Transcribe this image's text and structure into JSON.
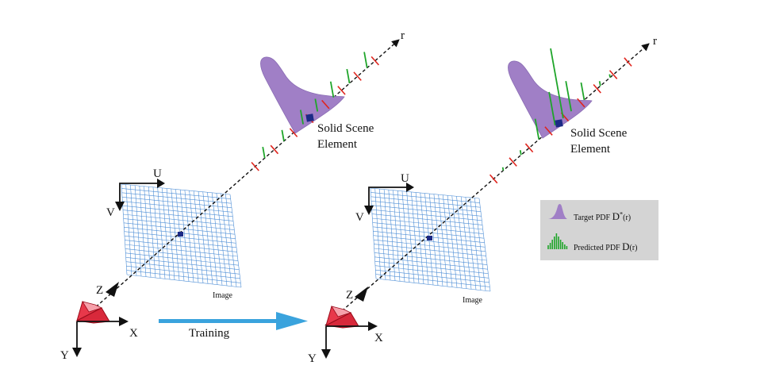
{
  "labels": {
    "ray_axis": "r",
    "solid_scene_element_line1": "Solid Scene",
    "solid_scene_element_line2": "Element",
    "image_u_axis": "U",
    "image_v_axis": "V",
    "image_caption": "Image",
    "camera_x_axis": "X",
    "camera_y_axis": "Y",
    "camera_z_axis": "Z",
    "training_arrow": "Training"
  },
  "legend": {
    "target_label": "Target PDF",
    "target_symbol": "D",
    "target_superscript": "*",
    "target_arg": "(r)",
    "predicted_label": "Predicted PDF",
    "predicted_symbol": "D",
    "predicted_arg": "(r)"
  },
  "colors": {
    "target_pdf_fill": "#a07fc6",
    "predicted_pdf": "#1fa52a",
    "ray_ticks": "#e0251e",
    "image_grid": "#4f8fd6",
    "camera": "#e8384a",
    "pixel_marker": "#1c2a86",
    "training_arrow": "#3aa3dd",
    "legend_background": "#d4d4d4"
  },
  "icons": [
    "camera-icon",
    "pixel-marker-icon",
    "scene-element-marker-icon",
    "target-pdf-icon",
    "predicted-pdf-icon"
  ]
}
